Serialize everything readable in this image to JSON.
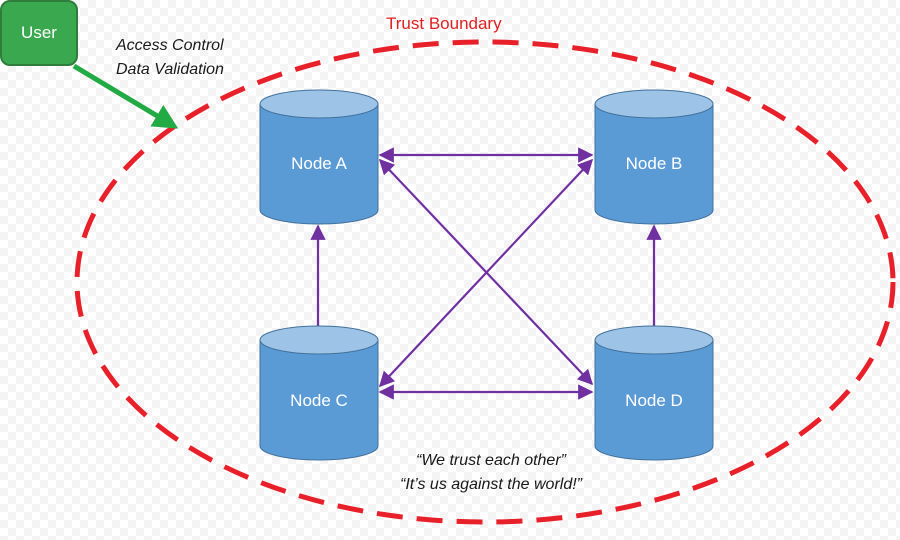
{
  "user": {
    "label": "User"
  },
  "user_link": {
    "line1": "Access Control",
    "line2": "Data Validation"
  },
  "boundary": {
    "label": "Trust Boundary"
  },
  "nodes": {
    "a": "Node A",
    "b": "Node B",
    "c": "Node C",
    "d": "Node D"
  },
  "quote": {
    "line1": "“We trust each other”",
    "line2": "“It’s us against the world!”"
  },
  "colors": {
    "boundary": "#e8202a",
    "node_fill": "#5b9bd5",
    "node_top": "#9dc3e6",
    "arrows": "#7030a0",
    "user_fill": "#3aa84f",
    "user_arrow": "#22aa44"
  }
}
